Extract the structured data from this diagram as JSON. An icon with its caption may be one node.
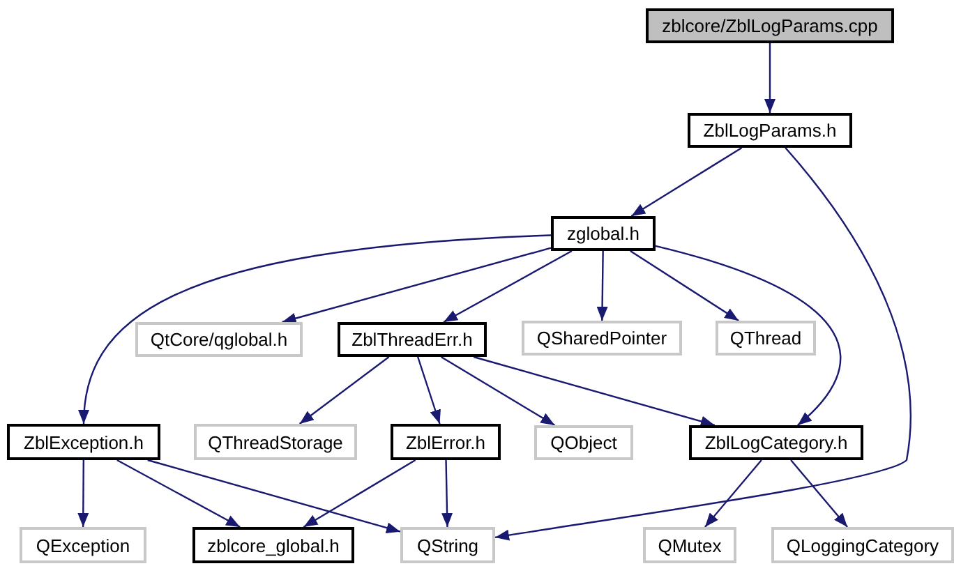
{
  "diagram": {
    "nodes": [
      {
        "text": [
          "zblcore/ZblLogParams.cpp"
        ]
      },
      {
        "text": [
          "ZblLogParams.h"
        ]
      },
      {
        "text": [
          "zglobal.h"
        ]
      },
      {
        "text": [
          "ZblException.h"
        ]
      },
      {
        "text": [
          "QtCore/qglobal.h"
        ]
      },
      {
        "text": [
          "ZblThreadErr.h"
        ]
      },
      {
        "text": [
          "QSharedPointer"
        ]
      },
      {
        "text": [
          "QThread"
        ]
      },
      {
        "text": [
          "ZblLogCategory.h"
        ]
      },
      {
        "text": [
          "QThreadStorage"
        ]
      },
      {
        "text": [
          "ZblError.h"
        ]
      },
      {
        "text": [
          "QObject"
        ]
      },
      {
        "text": [
          "QException"
        ]
      },
      {
        "text": [
          "zblcore_global.h"
        ]
      },
      {
        "text": [
          "QString"
        ]
      },
      {
        "text": [
          "QMutex"
        ]
      },
      {
        "text": [
          "QLoggingCategory"
        ]
      }
    ],
    "edges": [
      {
        "from": 0,
        "to": 1,
        "arrow": "to"
      },
      {
        "from": 1,
        "to": 2,
        "arrow": "to"
      },
      {
        "from": 1,
        "to": 14,
        "arrow": "to"
      },
      {
        "from": 2,
        "to": 3,
        "arrow": "to"
      },
      {
        "from": 2,
        "to": 4,
        "arrow": "to"
      },
      {
        "from": 2,
        "to": 5,
        "arrow": "to"
      },
      {
        "from": 2,
        "to": 6,
        "arrow": "to"
      },
      {
        "from": 2,
        "to": 7,
        "arrow": "to"
      },
      {
        "from": 2,
        "to": 8,
        "arrow": "to"
      },
      {
        "from": 5,
        "to": 9,
        "arrow": "to"
      },
      {
        "from": 5,
        "to": 10,
        "arrow": "to"
      },
      {
        "from": 5,
        "to": 11,
        "arrow": "to"
      },
      {
        "from": 5,
        "to": 8,
        "arrow": "to"
      },
      {
        "from": 3,
        "to": 12,
        "arrow": "to"
      },
      {
        "from": 3,
        "to": 13,
        "arrow": "to"
      },
      {
        "from": 3,
        "to": 14,
        "arrow": "to"
      },
      {
        "from": 10,
        "to": 13,
        "arrow": "to"
      },
      {
        "from": 10,
        "to": 14,
        "arrow": "to"
      },
      {
        "from": 8,
        "to": 15,
        "arrow": "to"
      },
      {
        "from": 8,
        "to": 16,
        "arrow": "to"
      }
    ]
  }
}
